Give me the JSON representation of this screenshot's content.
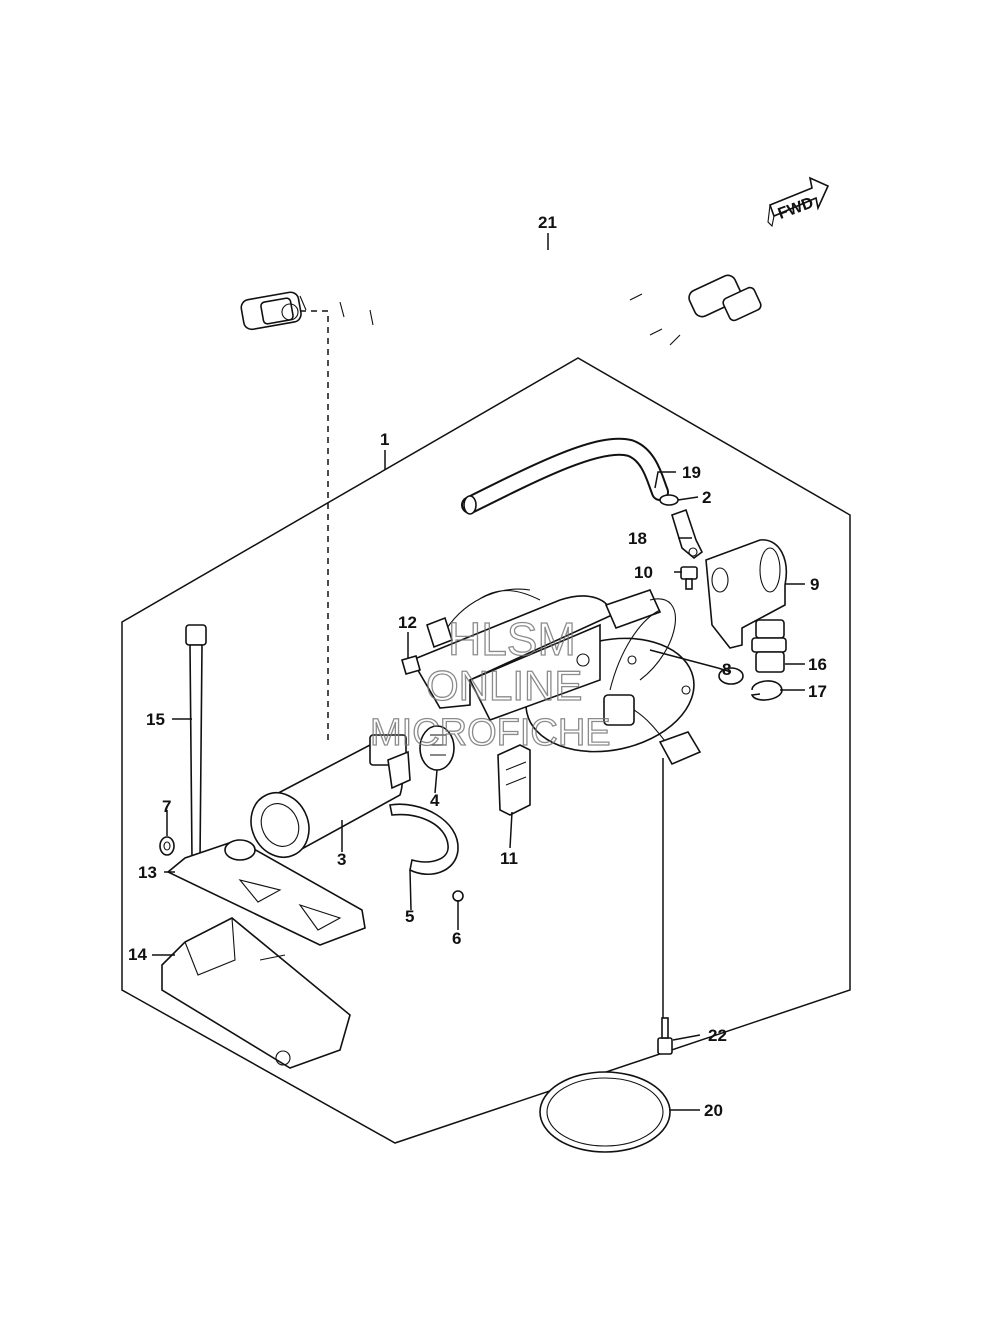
{
  "diagram": {
    "direction_label": "FWD",
    "watermark": [
      "HLSM",
      "ONLINE",
      "MICROFICHE"
    ],
    "callouts": {
      "c1": "1",
      "c2": "2",
      "c3": "3",
      "c4": "4",
      "c5": "5",
      "c6": "6",
      "c7": "7",
      "c8": "8",
      "c9": "9",
      "c10": "10",
      "c11": "11",
      "c12": "12",
      "c13": "13",
      "c14": "14",
      "c15": "15",
      "c16": "16",
      "c17": "17",
      "c18": "18",
      "c19": "19",
      "c20": "20",
      "c21": "21",
      "c22": "22"
    }
  }
}
